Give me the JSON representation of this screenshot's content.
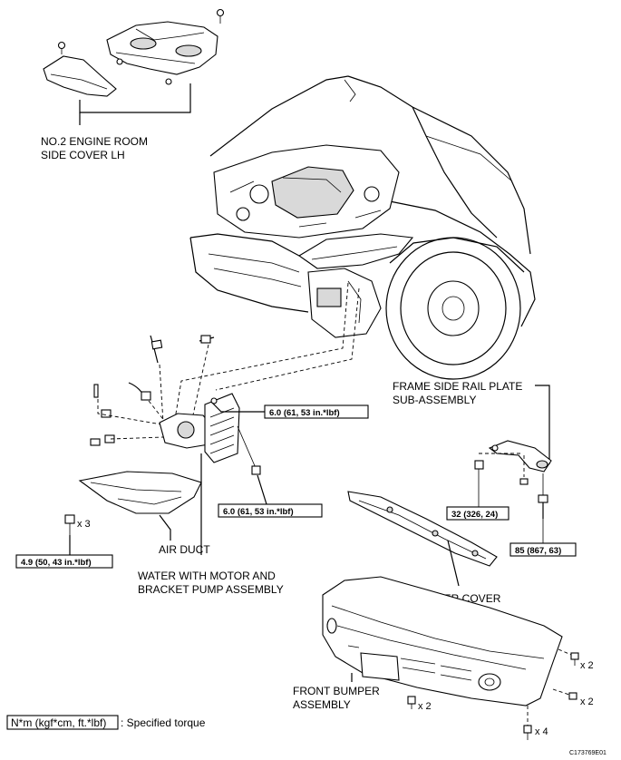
{
  "labels": {
    "side_cover": [
      "NO.2 ENGINE ROOM",
      "SIDE COVER LH"
    ],
    "frame_rail": [
      "FRAME SIDE RAIL PLATE",
      "SUB-ASSEMBLY"
    ],
    "air_duct": "AIR DUCT",
    "water_pump": [
      "WATER WITH MOTOR AND",
      "BRACKET PUMP ASSEMBLY"
    ],
    "under_cover": "NO.1 ENGINE UNDER COVER",
    "front_bumper": [
      "FRONT BUMPER",
      "ASSEMBLY"
    ]
  },
  "torques": {
    "t1": "6.0 (61, 53 in.*lbf)",
    "t2": "6.0 (61, 53 in.*lbf)",
    "t3": "4.9 (50, 43 in.*lbf)",
    "t4": "32 (326, 24)",
    "t5": "85 (867, 63)"
  },
  "quantities": {
    "q_duct": "x 3",
    "q_bumper_bottom": "x 2",
    "q_right_upper": "x 2",
    "q_right_lower": "x 2",
    "q_bottom": "x 4"
  },
  "legend": {
    "unit_box": "N*m (kgf*cm, ft.*lbf)",
    "description": ": Specified torque"
  },
  "figure_code": "C173769E01"
}
